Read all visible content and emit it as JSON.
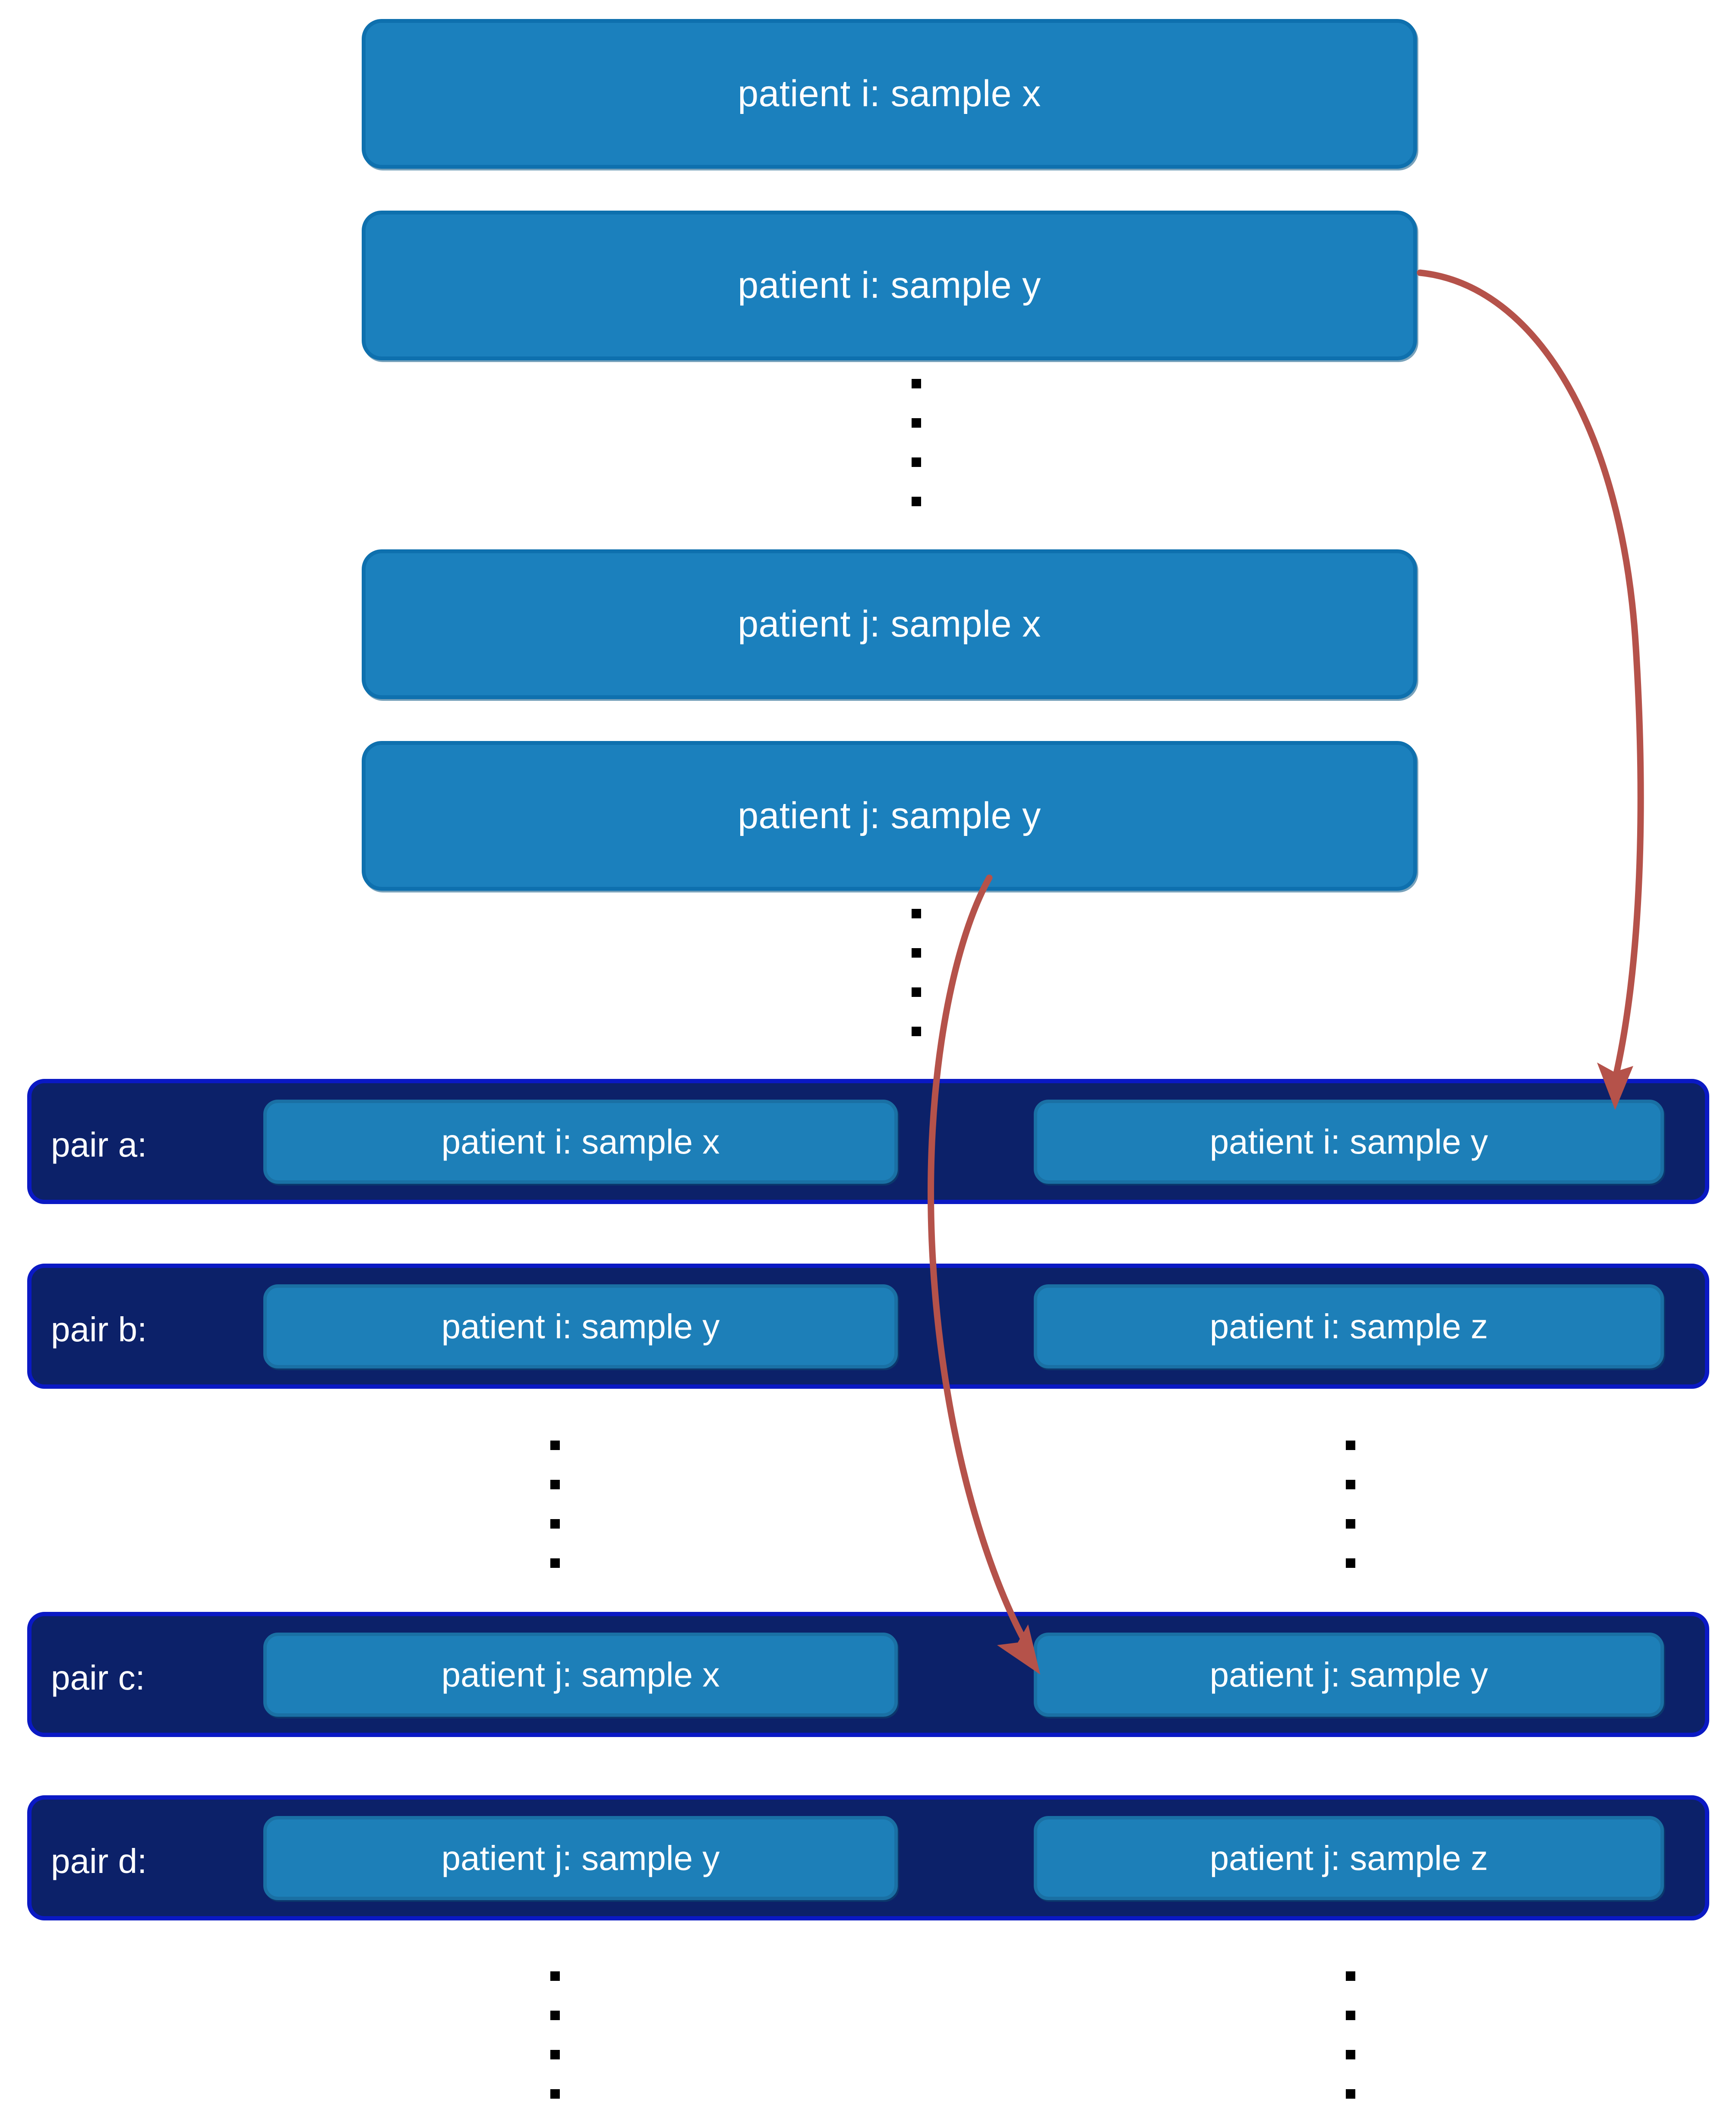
{
  "diagram": {
    "title": "sample pairing diagram",
    "colors": {
      "sample_box_fill": "#1b80bd",
      "sample_box_border": "#0e70ae",
      "pair_row_fill": "#0c2169",
      "pair_row_border": "#0a19c4",
      "inner_box_fill": "#1d7fb8",
      "arrow": "#b5524a",
      "dot": "#000000",
      "text": "#ffffff",
      "background": "#ffffff"
    }
  },
  "samples": [
    {
      "label": "patient i: sample x"
    },
    {
      "label": "patient i: sample y"
    },
    {
      "label": "patient j: sample x"
    },
    {
      "label": "patient j: sample y"
    }
  ],
  "pairs": [
    {
      "label": "pair a:",
      "left": "patient i: sample x",
      "right": "patient i: sample y"
    },
    {
      "label": "pair b:",
      "left": "patient i: sample y",
      "right": "patient i: sample z"
    },
    {
      "label": "pair c:",
      "left": "patient j: sample x",
      "right": "patient j: sample y"
    },
    {
      "label": "pair d:",
      "left": "patient j: sample y",
      "right": "patient j: sample z"
    }
  ],
  "ellipses": [
    {
      "name": "samples-ellipsis-upper",
      "dots": 4
    },
    {
      "name": "samples-ellipsis-lower",
      "dots": 4
    },
    {
      "name": "pairs-ellipsis-left-middle",
      "dots": 4
    },
    {
      "name": "pairs-ellipsis-right-middle",
      "dots": 4
    },
    {
      "name": "pairs-ellipsis-left-bottom",
      "dots": 4
    },
    {
      "name": "pairs-ellipsis-right-bottom",
      "dots": 4
    }
  ],
  "arrows": [
    {
      "name": "arrow-sample-i-y-to-pair-a-right",
      "from": "patient i: sample y",
      "to": "pair a: patient i: sample y"
    },
    {
      "name": "arrow-sample-j-y-to-pair-c-right",
      "from": "patient j: sample y",
      "to": "pair c: patient j: sample y"
    }
  ]
}
